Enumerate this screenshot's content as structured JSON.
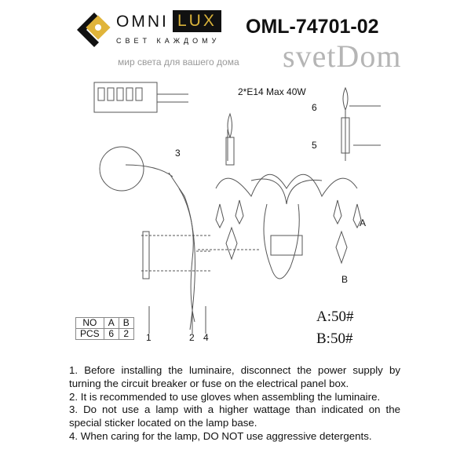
{
  "header": {
    "brand_omni": "OMNI",
    "brand_lux": "LUX",
    "tagline": "СВЕТ КАЖДОМУ",
    "model": "OML-74701-02"
  },
  "diagram": {
    "spec": "2*E14 Max 40W",
    "labels": {
      "l1": "1",
      "l2": "2",
      "l3": "3",
      "l4": "4",
      "l5": "5",
      "l6": "6",
      "la": "A",
      "lb": "B"
    }
  },
  "parts_table": {
    "headers": [
      "NO",
      "A",
      "B"
    ],
    "row": [
      "PCS",
      "6",
      "2"
    ]
  },
  "crystals": {
    "a": "A:50#",
    "b": "B:50#"
  },
  "instructions": [
    "1. Before installing the luminaire, disconnect the power supply by turning the circuit breaker or fuse on the electrical panel box.",
    "2. It is recommended to use gloves when assembling the luminaire.",
    "3. Do not use a lamp with a higher wattage than indicated on the special sticker located on the lamp base.",
    "4. When caring for the lamp, DO NOT use aggressive detergents."
  ],
  "watermark": {
    "name": "svetDom",
    "sub": "мир света для вашего дома"
  }
}
